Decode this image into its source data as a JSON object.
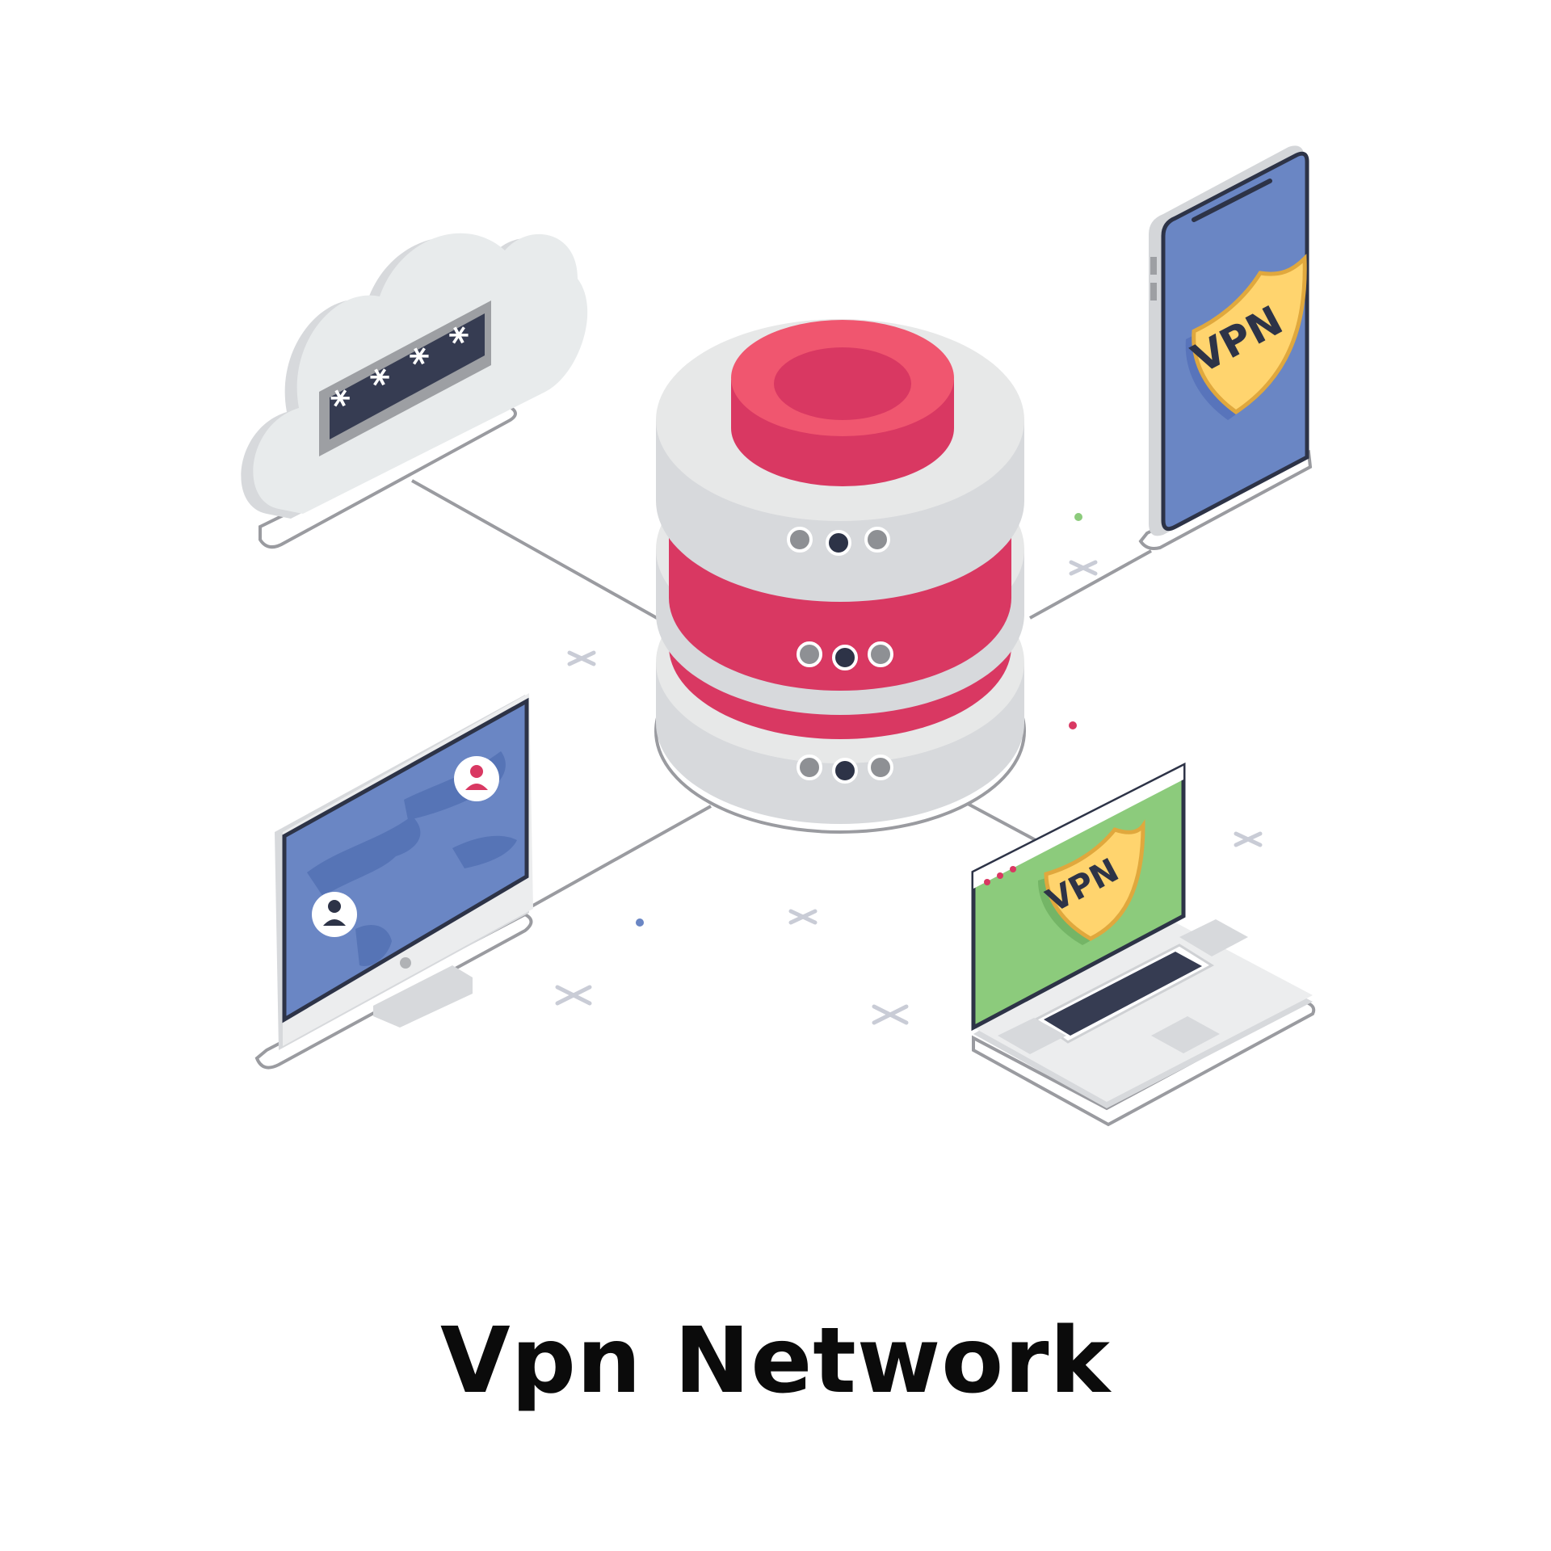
{
  "caption": "Vpn Network",
  "phone_shield_label": "VPN",
  "laptop_shield_label": "VPN",
  "password_mask": "* * * *",
  "icons": [
    "cloud-icon",
    "database-server-icon",
    "smartphone-icon",
    "desktop-monitor-icon",
    "laptop-icon",
    "shield-icon",
    "user-icon",
    "world-map-icon",
    "password-field-icon"
  ],
  "colors": {
    "server_red": "#d93862",
    "server_red_top": "#f0566f",
    "server_gray": "#e7e8e8",
    "screen_blue": "#6a86c4",
    "laptop_green": "#8ccb7c",
    "shield_yellow": "#ffd46e",
    "outline": "#2d3347"
  }
}
